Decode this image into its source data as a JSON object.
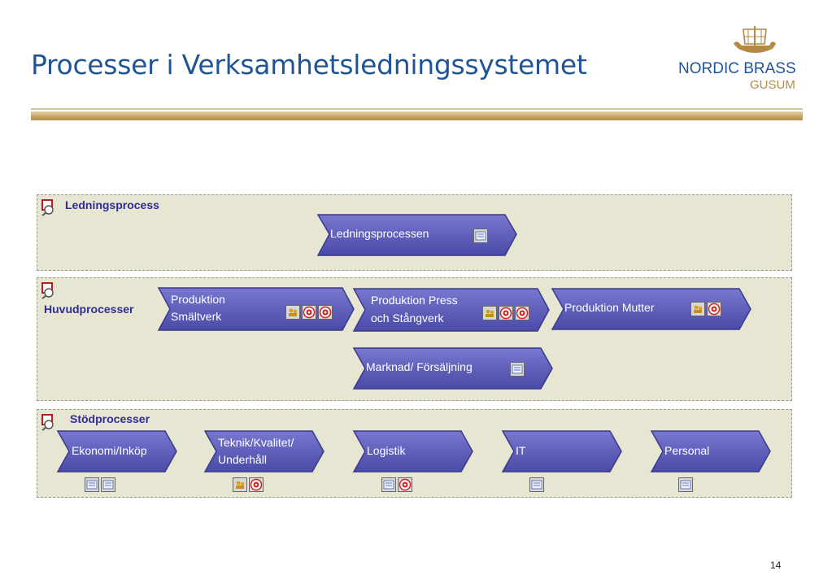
{
  "slide": {
    "title": "Processer i Verksamhetsledningssystemet",
    "page_number": "14"
  },
  "logo": {
    "line1": "NORDIC BRASS",
    "line2": "GUSUM"
  },
  "lanes": [
    {
      "label": "Ledningsprocess"
    },
    {
      "label": "Huvudprocesser"
    },
    {
      "label": "Stödprocesser"
    }
  ],
  "processes": {
    "ledning": "Ledningsprocessen",
    "smaltverk_1": "Produktion",
    "smaltverk_2": "Smältverk",
    "press_1": "Produktion Press",
    "press_2": "och Stångverk",
    "mutter": "Produktion Mutter",
    "marknad": "Marknad/ Försäljning",
    "ekonomi": "Ekonomi/Inköp",
    "teknik_1": "Teknik/Kvalitet/",
    "teknik_2": "Underhåll",
    "logistik": "Logistik",
    "it": "IT",
    "personal": "Personal"
  },
  "colors": {
    "title": "#1f5596",
    "process_fill": "#5a5ab8",
    "lane_fill": "#e6e6d2",
    "lane_label": "#2d2d9a",
    "gold": "#b48a43"
  },
  "icons": [
    "document-icon",
    "people-icon",
    "target-icon",
    "ship-icon",
    "lane-process-icon"
  ]
}
